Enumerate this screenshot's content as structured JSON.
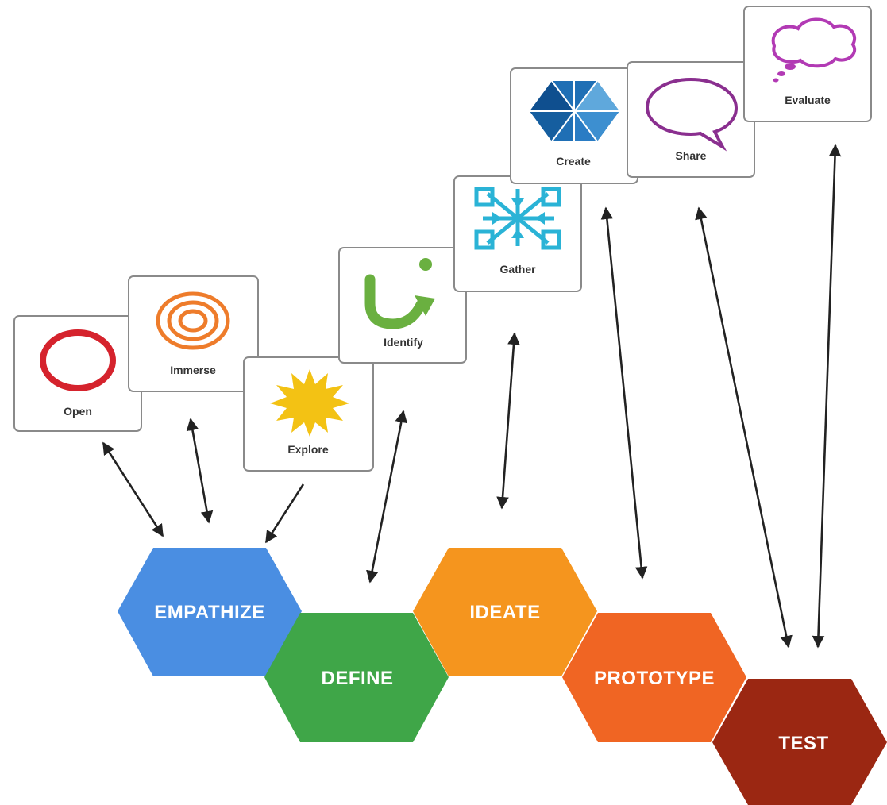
{
  "stages": [
    {
      "key": "empathize",
      "label": "EMPATHIZE",
      "color": "#4a8ee2"
    },
    {
      "key": "define",
      "label": "DEFINE",
      "color": "#3fa648"
    },
    {
      "key": "ideate",
      "label": "IDEATE",
      "color": "#f5951e"
    },
    {
      "key": "prototype",
      "label": "PROTOTYPE",
      "color": "#f06523"
    },
    {
      "key": "test",
      "label": "TEST",
      "color": "#9b2712"
    }
  ],
  "activities": [
    {
      "key": "open",
      "label": "Open",
      "icon": "ring-icon",
      "color": "#d5232d"
    },
    {
      "key": "immerse",
      "label": "Immerse",
      "icon": "concentric-circles-icon",
      "color": "#ee7c2b"
    },
    {
      "key": "explore",
      "label": "Explore",
      "icon": "starburst-icon",
      "color": "#f3c214"
    },
    {
      "key": "identify",
      "label": "Identify",
      "icon": "curved-arrow-i-icon",
      "color": "#6ab040"
    },
    {
      "key": "gather",
      "label": "Gather",
      "icon": "converging-arrows-icon",
      "color": "#2ab3d6"
    },
    {
      "key": "create",
      "label": "Create",
      "icon": "hexagon-cube-icon",
      "color": "#1f6fb5"
    },
    {
      "key": "share",
      "label": "Share",
      "icon": "speech-bubble-icon",
      "color": "#8a2f8f"
    },
    {
      "key": "evaluate",
      "label": "Evaluate",
      "icon": "thought-cloud-icon",
      "color": "#b23ab4"
    }
  ]
}
